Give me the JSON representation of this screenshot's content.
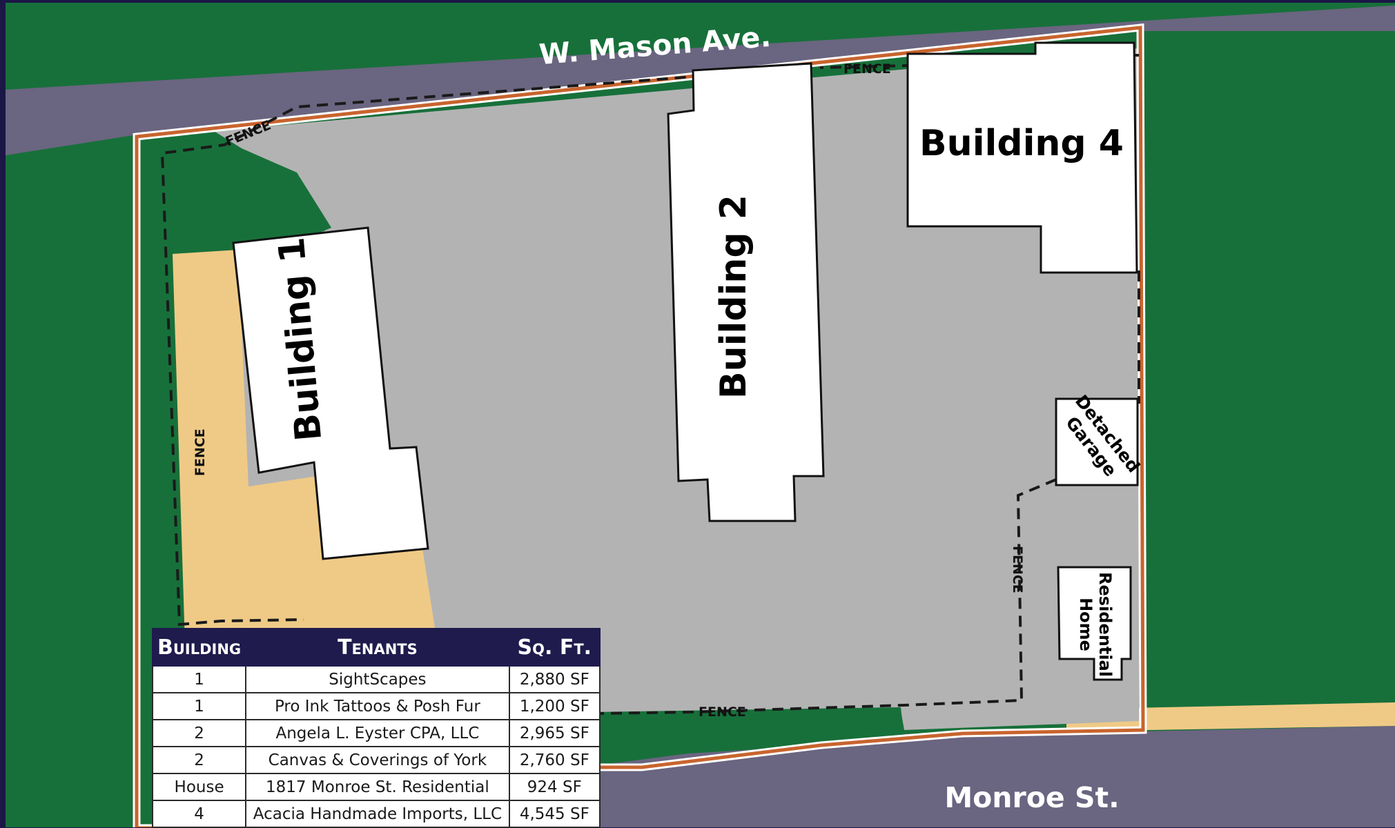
{
  "roads": {
    "north": "W. Mason Ave.",
    "south": "Monroe St."
  },
  "buildings": {
    "b1": "Building 1",
    "b2": "Building 2",
    "b4": "Building 4",
    "garage_line1": "Detached",
    "garage_line2": "Garage",
    "home_line1": "Residential",
    "home_line2": "Home"
  },
  "fence_label": "FENCE",
  "table": {
    "headers": [
      "Building",
      "Tenants",
      "Sq. Ft."
    ],
    "rows": [
      [
        "1",
        "SightScapes",
        "2,880 SF"
      ],
      [
        "1",
        "Pro Ink Tattoos & Posh Fur",
        "1,200 SF"
      ],
      [
        "2",
        "Angela L. Eyster CPA, LLC",
        "2,965 SF"
      ],
      [
        "2",
        "Canvas & Coverings of York",
        "2,760 SF"
      ],
      [
        "House",
        "1817 Monroe St. Residential",
        "924 SF"
      ],
      [
        "4",
        "Acacia Handmade Imports, LLC",
        "4,545 SF"
      ]
    ]
  },
  "colors": {
    "grass": "#17703a",
    "road": "#6a6580",
    "lot": "#b3b3b3",
    "sand": "#efca86",
    "boundary": "#c8642e",
    "frame": "#1b1646",
    "table_header": "#1f1b4d"
  }
}
